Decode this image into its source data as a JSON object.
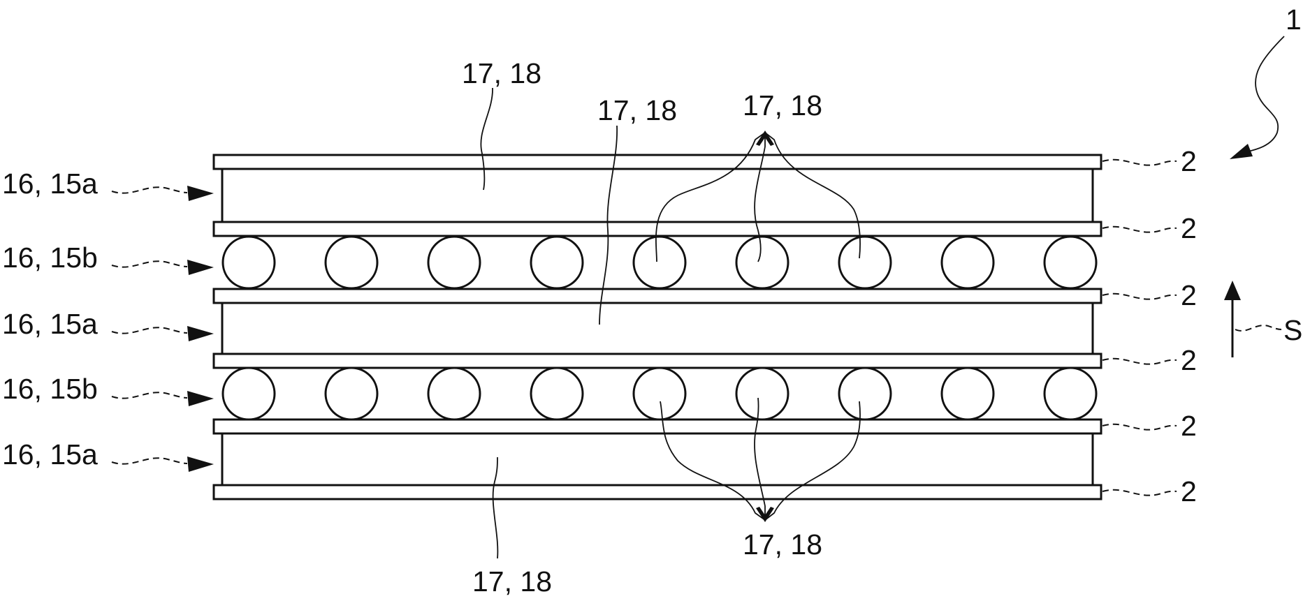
{
  "figure": {
    "ref_assembly": "1",
    "ref_plate": "2",
    "ref_direction": "S",
    "layer_labels": [
      "16, 15a",
      "16, 15b",
      "16, 15a",
      "16, 15b",
      "16, 15a"
    ],
    "passage_labels": {
      "top_a": "17, 18",
      "middle_a": "17, 18",
      "top_tubes": "17, 18",
      "bottom_a": "17, 18",
      "bottom_tubes": "17, 18"
    }
  }
}
